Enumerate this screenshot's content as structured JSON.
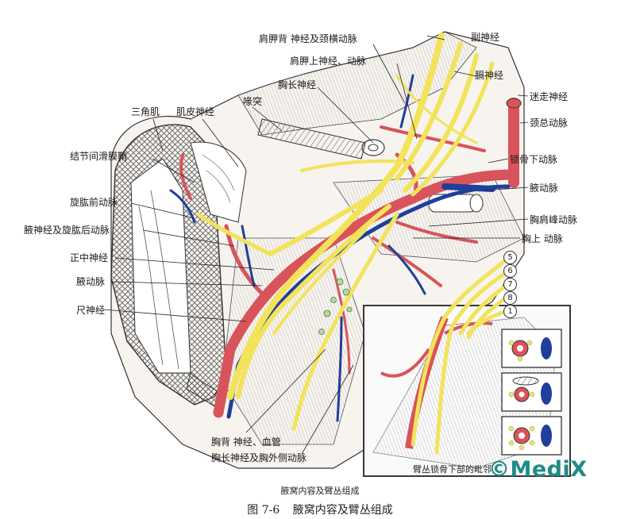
{
  "labels": {
    "dorsal_scapular_nerve": "肩胛背 神经及颈横动脉",
    "accessory_nerve": "副神经",
    "suprascapular_nerve": "肩胛上神经、动脉",
    "phrenic_nerve": "膈神经",
    "long_thoracic_nerve_top": "胸长神经",
    "vagus_nerve": "迷走神经",
    "deltoid": "三角肌",
    "musculocutaneous_nerve": "肌皮神经",
    "coracoid": "喙突",
    "common_carotid": "颈总动脉",
    "intertubercular_sheath": "结节间滑膜鞘",
    "subclavian_artery": "锁骨下动脉",
    "axillary_artery_right": "腋动脉",
    "anterior_circumflex": "旋肱前动脉",
    "thoracoacromial": "胸肩峰动脉",
    "axillary_nerve": "腋神经及旋肱后动脉",
    "superior_thoracic": "胸上 动脉",
    "median_nerve": "正中神经",
    "axillary_artery_left": "腋动脉",
    "ulnar_nerve": "尺神经",
    "thoracodorsal": "胸背 神经、血管",
    "long_thoracic_lateral": "胸长神经及胸外侧动脉",
    "inset_caption": "臂丛锁骨下部的毗邻",
    "inset_numbers": [
      "5",
      "6",
      "7",
      "8",
      "1"
    ]
  },
  "caption_small": "腋窝内容及臂丛组成",
  "caption": {
    "figure_no": "图 7-6",
    "title": "腋窝内容及臂丛组成"
  },
  "watermark": "©MediX",
  "colors": {
    "nerve": "#f2e35a",
    "artery": "#d9535a",
    "vein": "#1f3f9c",
    "muscle_line": "#444444",
    "watermark": "#1e8c88"
  }
}
